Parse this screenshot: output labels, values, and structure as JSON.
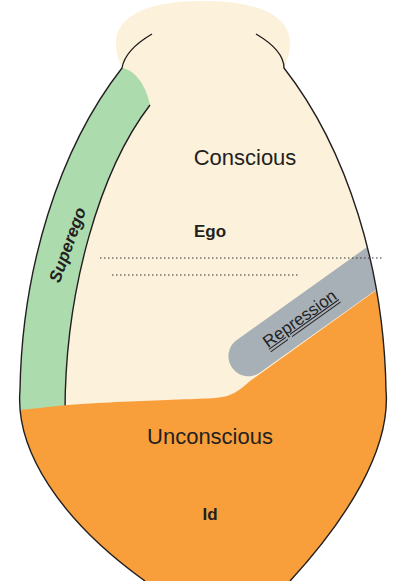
{
  "diagram": {
    "nodes": [
      {
        "text": [
          "Conscious",
          "Ego"
        ]
      },
      {
        "text": [
          "Superego"
        ],
        "in": 0
      },
      {
        "text": [
          "Repression"
        ],
        "in": 0
      },
      {
        "text": [
          "Unconscious",
          "Id"
        ],
        "in": 0
      }
    ]
  }
}
